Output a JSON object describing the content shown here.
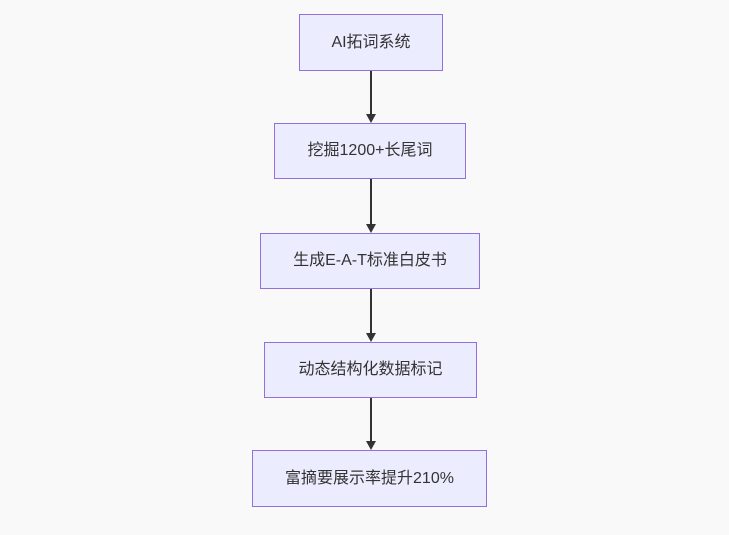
{
  "diagram": {
    "type": "flowchart-top-down",
    "colors": {
      "background": "#f9f9f9",
      "node_fill": "#ececff",
      "node_border": "#9370db",
      "node_text": "#333333",
      "arrow": "#333333"
    },
    "nodes": [
      {
        "label": "AI拓词系统"
      },
      {
        "label": "挖掘1200+长尾词"
      },
      {
        "label": "生成E-A-T标准白皮书"
      },
      {
        "label": "动态结构化数据标记"
      },
      {
        "label": "富摘要展示率提升210%"
      }
    ],
    "edges": [
      {
        "from": 0,
        "to": 1
      },
      {
        "from": 1,
        "to": 2
      },
      {
        "from": 2,
        "to": 3
      },
      {
        "from": 3,
        "to": 4
      }
    ]
  }
}
